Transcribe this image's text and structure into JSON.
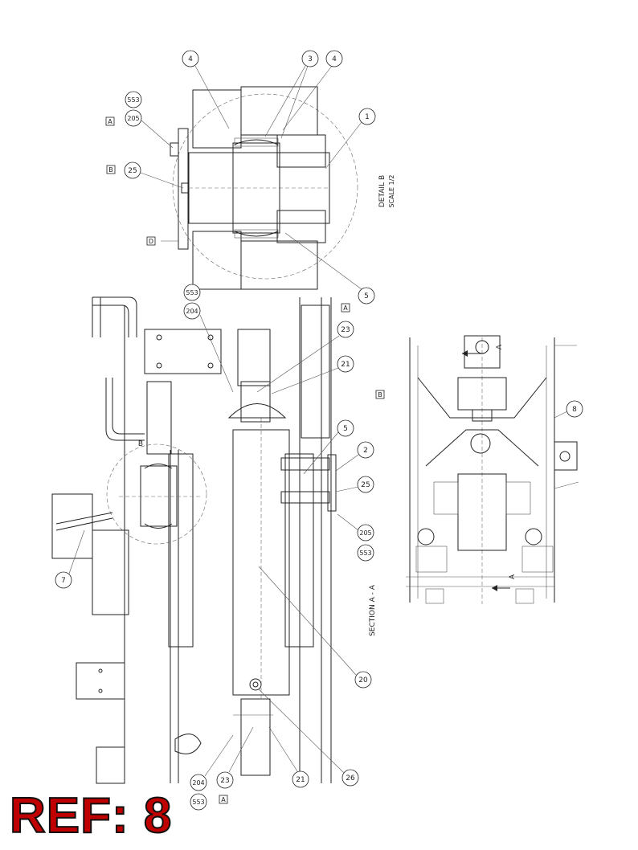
{
  "ref_label": "REF: 8",
  "detail_title": "DETAIL B",
  "detail_scale": "SCALE 1/2",
  "section_title": "SECTION A - A",
  "callouts": {
    "d4a": "4",
    "d3": "3",
    "d4b": "4",
    "d1": "1",
    "d5": "5",
    "d205": "205",
    "d553": "553",
    "d25": "25",
    "s204": "204",
    "s553": "553",
    "s23": "23",
    "s21": "21",
    "s5": "5",
    "s2": "2",
    "s25": "25",
    "s205": "205",
    "s553b": "553",
    "s20": "20",
    "s26": "26",
    "s21b": "21",
    "s23b": "23",
    "s204b": "204",
    "s553c": "553",
    "s7": "7",
    "p8": "8"
  },
  "tags": {
    "a1": "A",
    "b1": "B",
    "d1": "D",
    "a2": "A",
    "b2": "B",
    "a3": "A",
    "bview": "B",
    "plan_a": "A",
    "plan_a2": "A"
  },
  "colors": {
    "ref_fill": "#c00000",
    "ref_outline": "#111111",
    "line": "#222222"
  }
}
